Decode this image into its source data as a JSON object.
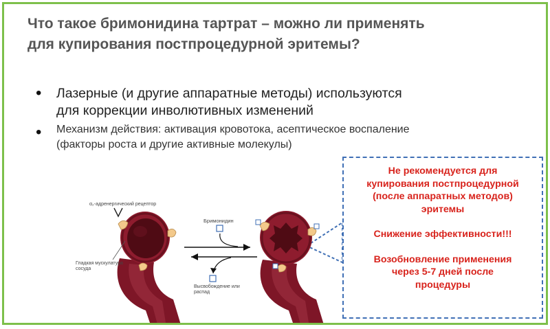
{
  "title": {
    "line1": "Что такое бримонидина тартрат – можно ли применять",
    "line2": "для купирования постпроцедурной эритемы?"
  },
  "bullets": {
    "item1": {
      "line1": "Лазерные (и другие аппаратные методы) используются",
      "line2": "для коррекции инволютивных изменений"
    },
    "item2": {
      "line1": "Механизм действия: активация кровотока, асептическое воспаление",
      "line2": "(факторы роста и другие активные молекулы)"
    }
  },
  "callout": {
    "para1": {
      "line1": "Не рекомендуется для",
      "line2": "купирования постпроцедурной",
      "line3": "(после аппаратных методов)",
      "line4": "эритемы"
    },
    "para2": "Снижение эффективности!!!",
    "para3": {
      "line1": "Возобновление применения",
      "line2": "через 5-7 дней после",
      "line3": "процедуры"
    }
  },
  "diagram": {
    "receptor_label": "α₂-адренергический рецептор",
    "muscle_label_line1": "Гладкая мускулатура",
    "muscle_label_line2": "сосуда",
    "brimonidine_label": "Бримонидин",
    "release_label_line1": "Высвобождение или",
    "release_label_line2": "распад"
  },
  "colors": {
    "frame": "#7dc04b",
    "callout_text": "#d8231c",
    "callout_border": "#3f6fb5",
    "vessel": "#8e1c2e",
    "lumen": "#5a0d16"
  }
}
